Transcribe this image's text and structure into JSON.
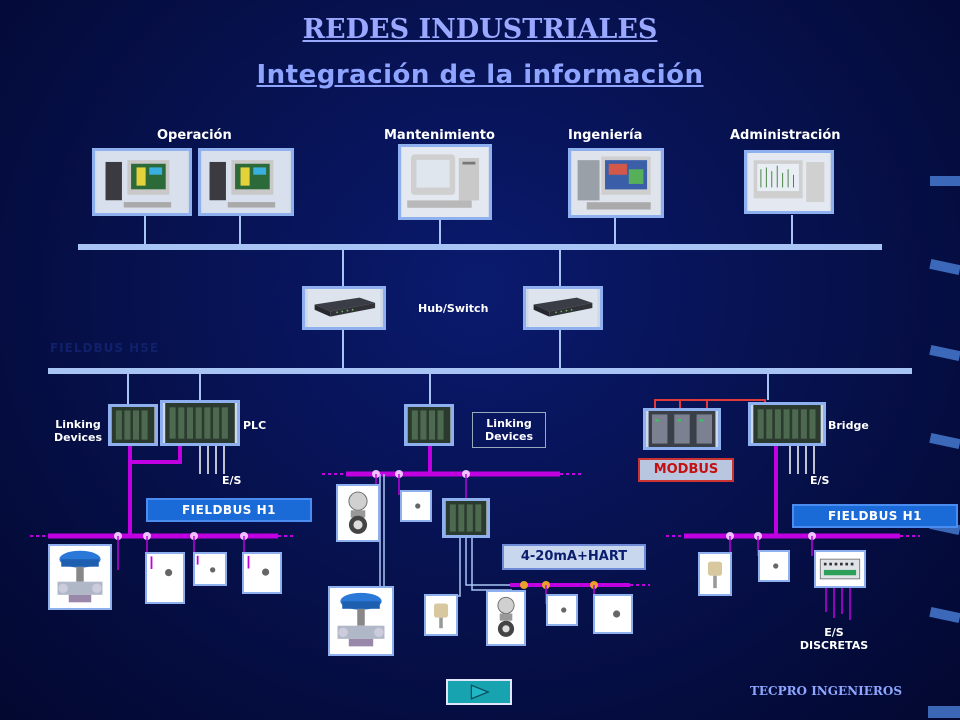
{
  "title": "REDES INDUSTRIALES",
  "subtitle": "Integración de la información",
  "departments": [
    "Operación",
    "Mantenimiento",
    "Ingeniería",
    "Administración"
  ],
  "labels": {
    "hub_switch": "Hub/Switch",
    "fieldbus_hse": "FIELDBUS HSE",
    "linking_devices_left_1": "Linking",
    "linking_devices_left_2": "Devices",
    "plc": "PLC",
    "linking_devices_mid_1": "Linking",
    "linking_devices_mid_2": "Devices",
    "bridge": "Bridge",
    "es_left": "E/S",
    "es_right": "E/S",
    "modbus": "MODBUS",
    "fieldbus_h1_left": "FIELDBUS H1",
    "fieldbus_h1_right": "FIELDBUS H1",
    "hart": "4-20mA+HART",
    "es_discretas_1": "E/S",
    "es_discretas_2": "DISCRETAS"
  },
  "footer": "TECPRO INGENIEROS",
  "colors": {
    "bus": "#a8c4f4",
    "fieldbus": "#c000e0",
    "title": "#9aa8ff",
    "modbus_text": "#c41010"
  }
}
